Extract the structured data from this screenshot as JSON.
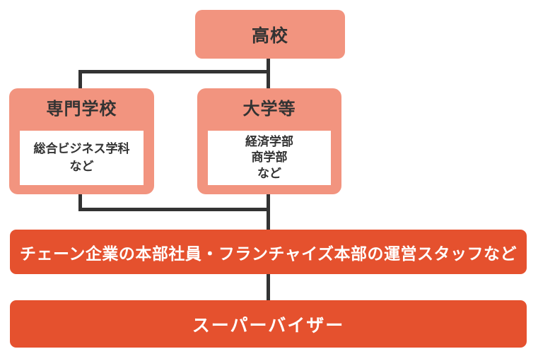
{
  "diagram": {
    "type": "career-path-flowchart",
    "nodes": {
      "highschool": {
        "label": "高校"
      },
      "vocational_school": {
        "label": "専門学校",
        "detail": "総合ビジネス学科\nなど"
      },
      "university": {
        "label": "大学等",
        "detail": "経済学部\n商学部\nなど"
      },
      "career_entry": {
        "label": "チェーン企業の本部社員・フランチャイズ本部の運営スタッフなど"
      },
      "final_role": {
        "label": "スーパーバイザー"
      }
    },
    "edges": [
      "highschool -> vocational_school",
      "highschool -> university",
      "vocational_school -> career_entry",
      "university -> career_entry",
      "career_entry -> final_role"
    ],
    "colors": {
      "school_box": "#F2947F",
      "career_box": "#E5512E",
      "connector": "#333333",
      "inner_card": "#FFFFFF",
      "text_dark": "#333333",
      "text_light": "#FFFFFF"
    }
  }
}
